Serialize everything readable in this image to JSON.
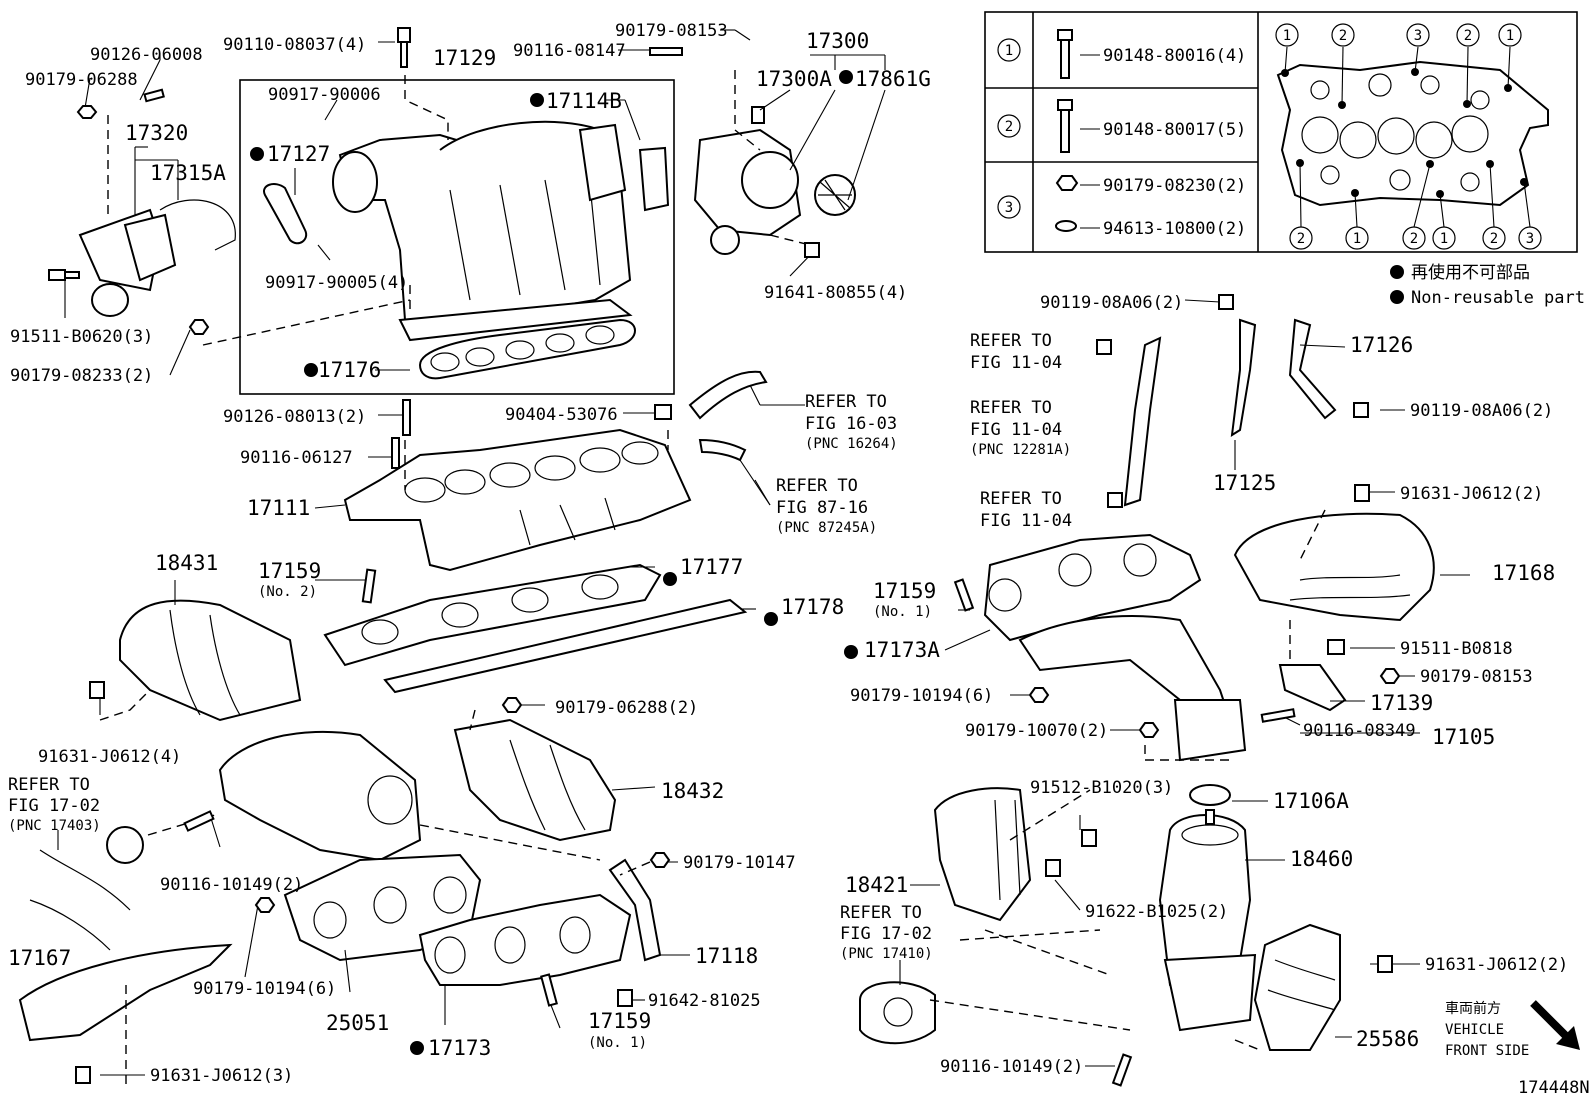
{
  "figure_code": "174448N",
  "legend": {
    "jp": "再使用不可部品",
    "en": "Non-reusable part"
  },
  "direction": {
    "jp": "車両前方",
    "en_line1": "VEHICLE",
    "en_line2": "FRONT SIDE"
  },
  "fastener_table": {
    "row1": {
      "num": "1",
      "part_a": "90148-80016(4)"
    },
    "row2": {
      "num": "2",
      "part_a": "90148-80017(5)"
    },
    "row3": {
      "num": "3",
      "part_a": "90179-08230(2)",
      "part_b": "94613-10800(2)"
    }
  },
  "labels": {
    "p_90126_06008": "90126-06008",
    "p_90179_06288": "90179-06288",
    "p_17320": "17320",
    "p_17315A": "17315A",
    "p_91511_B0620": "91511-B0620(3)",
    "p_90179_08233": "90179-08233(2)",
    "p_90110_08037": "90110-08037(4)",
    "p_17129": "17129",
    "p_90917_90006": "90917-90006",
    "p_17127": "17127",
    "p_90917_90005": "90917-90005(4)",
    "p_17176": "17176",
    "p_17114B": "17114B",
    "p_90179_08153a": "90179-08153",
    "p_90116_08147": "90116-08147",
    "p_17300": "17300",
    "p_17300A": "17300A",
    "p_17861G": "17861G",
    "p_91641_80855": "91641-80855(4)",
    "p_90126_08013": "90126-08013(2)",
    "p_90116_06127": "90116-06127",
    "p_90404_53076": "90404-53076",
    "p_17111": "17111",
    "p_17159_no2": "17159",
    "p_no2": "(No. 2)",
    "p_17177": "17177",
    "p_17178": "17178",
    "p_18431": "18431",
    "p_91631_J0612_4": "91631-J0612(4)",
    "p_90179_06288_2": "90179-06288(2)",
    "p_18432": "18432",
    "p_90179_10147": "90179-10147",
    "p_90116_10149_2a": "90116-10149(2)",
    "p_17167": "17167",
    "p_90179_10194_6a": "90179-10194(6)",
    "p_25051": "25051",
    "p_17173": "17173",
    "p_17159_no1b": "17159",
    "p_no1b": "(No. 1)",
    "p_17118": "17118",
    "p_91642_81025": "91642-81025",
    "p_91631_J0612_3": "91631-J0612(3)",
    "p_90119_08A06_a": "90119-08A06(2)",
    "p_17126": "17126",
    "p_90119_08A06_b": "90119-08A06(2)",
    "p_17125": "17125",
    "p_91631_J0612_2a": "91631-J0612(2)",
    "p_17168": "17168",
    "p_17159_no1a": "17159",
    "p_no1a": "(No. 1)",
    "p_17173A": "17173A",
    "p_91511_B0818": "91511-B0818",
    "p_90179_08153b": "90179-08153",
    "p_90179_10194_6b": "90179-10194(6)",
    "p_17139": "17139",
    "p_90179_10070": "90179-10070(2)",
    "p_90116_08349": "90116-08349",
    "p_17105": "17105",
    "p_91512_B1020": "91512-B1020(3)",
    "p_17106A": "17106A",
    "p_18460": "18460",
    "p_18421": "18421",
    "p_91622_B1025": "91622-B1025(2)",
    "p_91631_J0612_2b": "91631-J0612(2)",
    "p_25586": "25586",
    "p_90116_10149_2b": "90116-10149(2)"
  },
  "refs": {
    "r1": {
      "l1": "REFER TO",
      "l2": "FIG 16-03",
      "l3": "(PNC 16264)"
    },
    "r2": {
      "l1": "REFER TO",
      "l2": "FIG 87-16",
      "l3": "(PNC 87245A)"
    },
    "r3": {
      "l1": "REFER TO",
      "l2": "FIG 11-04"
    },
    "r4": {
      "l1": "REFER TO",
      "l2": "FIG 11-04",
      "l3": "(PNC 12281A)"
    },
    "r5": {
      "l1": "REFER TO",
      "l2": "FIG 11-04"
    },
    "r6": {
      "l1": "REFER TO",
      "l2": "FIG 17-02",
      "l3": "(PNC 17403)"
    },
    "r7": {
      "l1": "REFER TO",
      "l2": "FIG 17-02",
      "l3": "(PNC 17410)"
    }
  },
  "bolt_pattern_numbers": {
    "top": [
      "1",
      "2",
      "3",
      "2",
      "1"
    ],
    "bottom": [
      "2",
      "1",
      "2",
      "1",
      "2",
      "3"
    ]
  }
}
